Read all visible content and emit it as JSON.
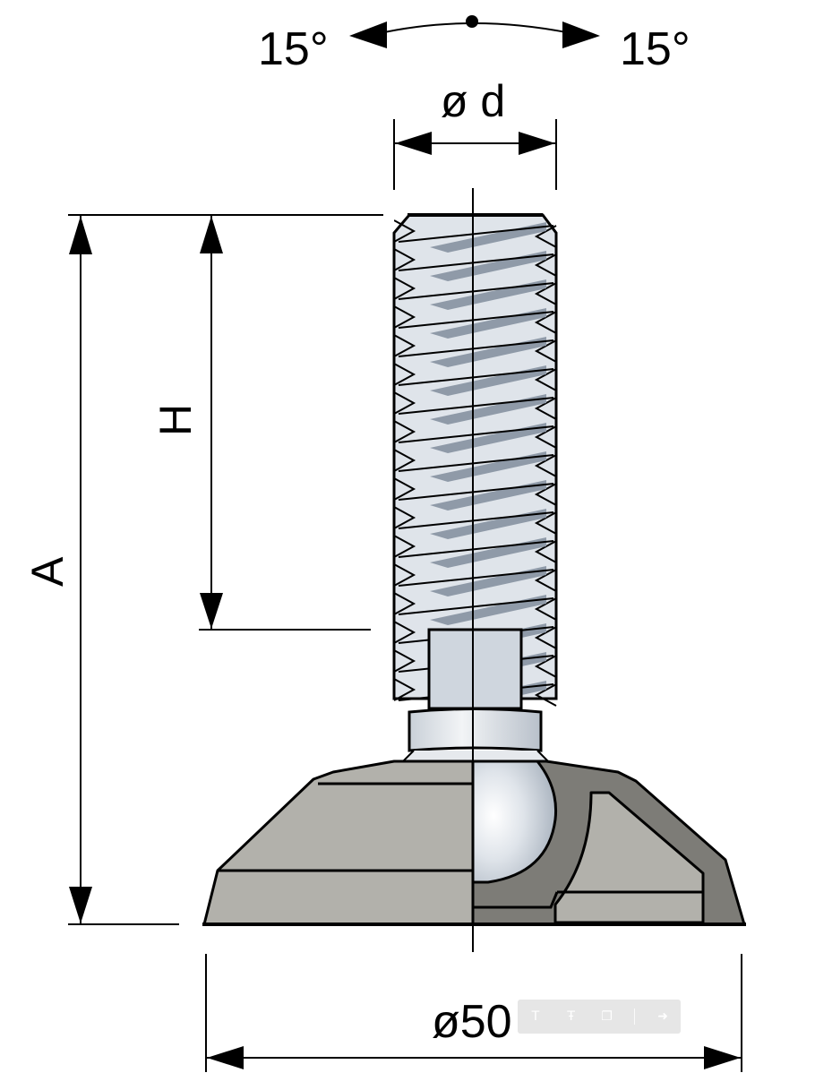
{
  "labels": {
    "angle_left": "15°",
    "angle_right": "15°",
    "thread_diameter": "ø d",
    "height_h": "H",
    "height_a": "A",
    "base_diameter": "ø50"
  },
  "toolbar": {
    "icons": [
      "text-icon",
      "strikethrough-icon",
      "copy-icon",
      "share-icon"
    ],
    "glyphs": [
      "T",
      "Ŧ",
      "❐",
      "➜"
    ]
  },
  "colors": {
    "thread_light": "#d7dde4",
    "thread_dark": "#8f9aa8",
    "base_light": "#b2b1ab",
    "base_dark": "#7d7c77",
    "base_darker": "#5f5e5a",
    "ball": "#e4e8ec",
    "nut": "#cfd6de"
  }
}
